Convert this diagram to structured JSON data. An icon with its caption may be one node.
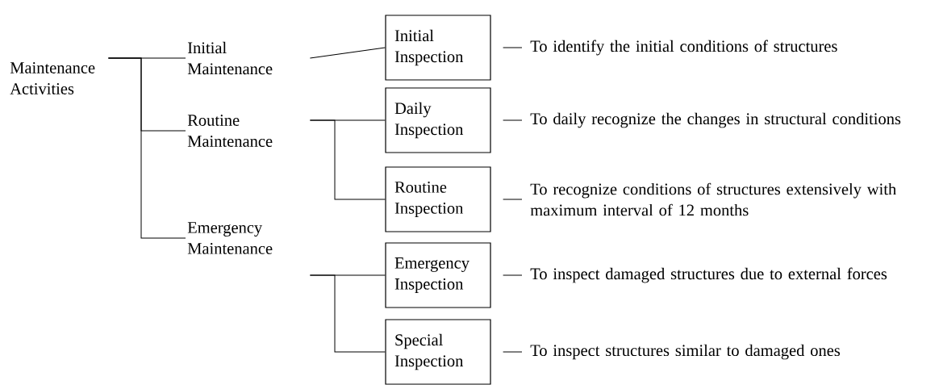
{
  "diagram": {
    "nodes": [
      {
        "text": [
          "Maintenance Activities"
        ]
      },
      {
        "text": [
          "Initial Maintenance"
        ]
      },
      {
        "text": [
          "Routine Maintenance"
        ]
      },
      {
        "text": [
          "Emergency Maintenance"
        ]
      },
      {
        "text": [
          "Initial Inspection"
        ]
      },
      {
        "text": [
          "Daily Inspection"
        ]
      },
      {
        "text": [
          "Routine Inspection"
        ]
      },
      {
        "text": [
          "Emergency Inspection"
        ]
      },
      {
        "text": [
          "Special Inspection"
        ]
      },
      {
        "text": [
          "To identify the initial conditions of structures"
        ]
      },
      {
        "text": [
          "To daily recognize the changes in structural conditions"
        ]
      },
      {
        "text": [
          "To recognize conditions of structures extensively with maximum interval of 12 months"
        ]
      },
      {
        "text": [
          "To inspect damaged structures due to external forces"
        ]
      },
      {
        "text": [
          "To inspect structures similar to damaged ones"
        ]
      }
    ],
    "edges": [
      {
        "from": 0,
        "to": 1,
        "arrow": "none"
      },
      {
        "from": 0,
        "to": 2,
        "arrow": "none"
      },
      {
        "from": 0,
        "to": 3,
        "arrow": "none"
      },
      {
        "from": 1,
        "to": 4,
        "arrow": "none"
      },
      {
        "from": 2,
        "to": 5,
        "arrow": "none"
      },
      {
        "from": 2,
        "to": 6,
        "arrow": "none"
      },
      {
        "from": 3,
        "to": 7,
        "arrow": "none"
      },
      {
        "from": 3,
        "to": 8,
        "arrow": "none"
      },
      {
        "from": 4,
        "to": 9,
        "arrow": "none"
      },
      {
        "from": 5,
        "to": 10,
        "arrow": "none"
      },
      {
        "from": 6,
        "to": 11,
        "arrow": "none"
      },
      {
        "from": 7,
        "to": 12,
        "arrow": "none"
      },
      {
        "from": 8,
        "to": 13,
        "arrow": "none"
      }
    ]
  }
}
